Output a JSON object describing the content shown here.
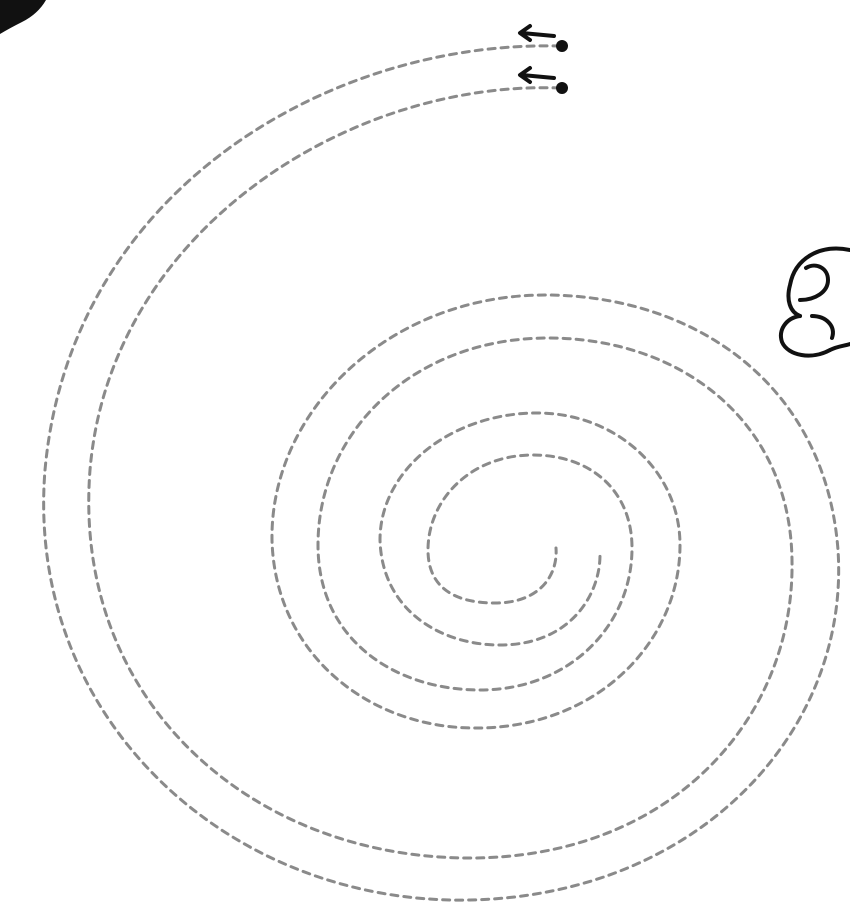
{
  "colors": {
    "background": "#ffffff",
    "dashed_line": "#8a8a8a",
    "ink": "#111111"
  },
  "icons": {
    "start_marker": "filled-dot",
    "direction_marker": "left-arrow",
    "corner_mark": "black-wedge",
    "edge_sketch": "cloud-outline"
  },
  "figure": {
    "traces": 2,
    "trace_style": "dashed",
    "direction": "inward spiral"
  }
}
